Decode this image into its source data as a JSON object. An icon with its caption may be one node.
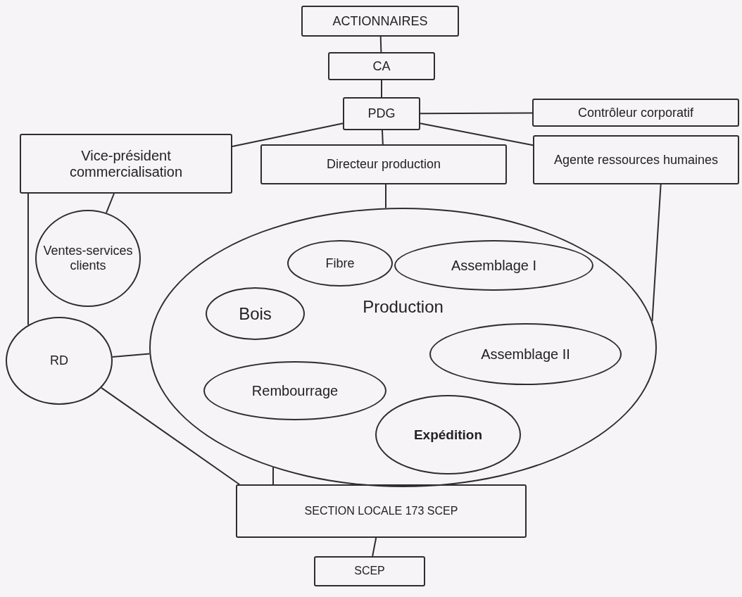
{
  "diagram": {
    "nodes": [
      {
        "text": [
          "ACTIONNAIRES"
        ]
      },
      {
        "text": [
          "CA"
        ]
      },
      {
        "text": [
          "PDG"
        ]
      },
      {
        "text": [
          "Contrôleur corporatif"
        ]
      },
      {
        "text": [
          "Vice-président commercialisation"
        ]
      },
      {
        "text": [
          "Directeur production"
        ]
      },
      {
        "text": [
          "Agente ressources humaines"
        ]
      },
      {
        "text": [
          "Ventes-services clients"
        ]
      },
      {
        "text": [
          "RD"
        ]
      },
      {
        "text": [
          "Production"
        ]
      },
      {
        "text": [
          "Fibre"
        ],
        "in": 9
      },
      {
        "text": [
          "Assemblage I"
        ],
        "in": 9
      },
      {
        "text": [
          "Bois"
        ],
        "in": 9
      },
      {
        "text": [
          "Assemblage II"
        ],
        "in": 9
      },
      {
        "text": [
          "Rembourrage"
        ],
        "in": 9
      },
      {
        "text": [
          "Expédition"
        ],
        "in": 9
      },
      {
        "text": [
          "SECTION LOCALE 173 SCEP"
        ]
      },
      {
        "text": [
          "SCEP"
        ]
      }
    ],
    "edges": [
      {
        "from": 0,
        "to": 1,
        "arrow": "none"
      },
      {
        "from": 1,
        "to": 2,
        "arrow": "none"
      },
      {
        "from": 2,
        "to": 3,
        "arrow": "none"
      },
      {
        "from": 2,
        "to": 4,
        "arrow": "none"
      },
      {
        "from": 2,
        "to": 5,
        "arrow": "none"
      },
      {
        "from": 2,
        "to": 6,
        "arrow": "none"
      },
      {
        "from": 4,
        "to": 7,
        "arrow": "none"
      },
      {
        "from": 4,
        "to": 8,
        "arrow": "none"
      },
      {
        "from": 5,
        "to": 9,
        "arrow": "none"
      },
      {
        "from": 6,
        "to": 9,
        "arrow": "none"
      },
      {
        "from": 8,
        "to": 9,
        "arrow": "none"
      },
      {
        "from": 8,
        "to": 16,
        "arrow": "none"
      },
      {
        "from": 9,
        "to": 16,
        "arrow": "none"
      },
      {
        "from": 16,
        "to": 17,
        "arrow": "none"
      }
    ]
  }
}
